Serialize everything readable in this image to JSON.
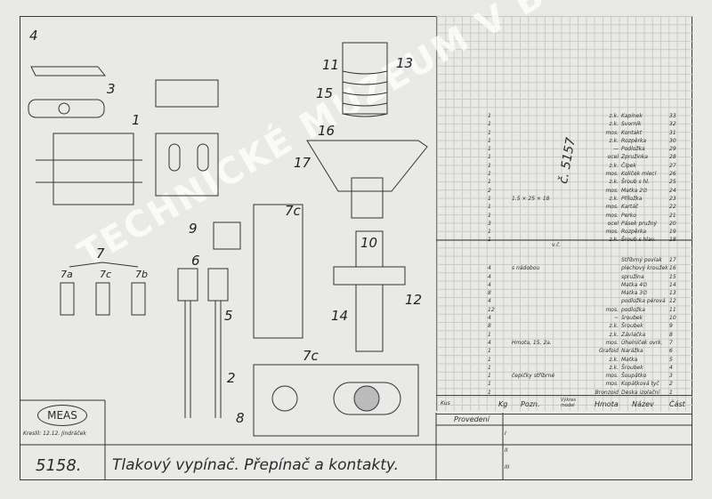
{
  "drawing": {
    "number": "5158.",
    "title": "Tlakový vypínač. Přepínač a kontakty.",
    "logo": "MEAS",
    "drawn_by": "Kreslil: 12.12. Jindráček",
    "stamp_number": "č. 5157",
    "watermark": "TECHNICKÉ MUZEUM V BRNĚ",
    "sheet_bottom_label": "Provedení",
    "revision_marks": [
      "I",
      "II",
      "III"
    ],
    "vc": "v.č."
  },
  "callouts": [
    "1",
    "2",
    "3",
    "4",
    "5",
    "6",
    "7",
    "7a",
    "7b",
    "7c",
    "8",
    "9",
    "10",
    "11",
    "12",
    "13",
    "14",
    "15",
    "16",
    "17",
    "7c"
  ],
  "parts_list": {
    "header": {
      "qty": "Kus",
      "weight": "Kg",
      "note": "Pozn.",
      "model": "Výkres model",
      "material": "Hmota",
      "name": "Název",
      "part": "Část"
    },
    "upper": [
      {
        "part": "33",
        "qty": "1",
        "material": "z.k.",
        "name": "Kapínek",
        "note": ""
      },
      {
        "part": "32",
        "qty": "1",
        "material": "z.k.",
        "name": "Svorník",
        "note": ""
      },
      {
        "part": "31",
        "qty": "1",
        "material": "mos.",
        "name": "Kontakt",
        "note": ""
      },
      {
        "part": "30",
        "qty": "1",
        "material": "z.k.",
        "name": "Rozpěrka",
        "note": ""
      },
      {
        "part": "29",
        "qty": "1",
        "material": "—",
        "name": "Podložka",
        "note": ""
      },
      {
        "part": "28",
        "qty": "1",
        "material": "ocel",
        "name": "Zpružinka",
        "note": ""
      },
      {
        "part": "27",
        "qty": "1",
        "material": "z.k.",
        "name": "Čípek",
        "note": ""
      },
      {
        "part": "26",
        "qty": "1",
        "material": "mos.",
        "name": "Kolíček mlecí",
        "note": ""
      },
      {
        "part": "25",
        "qty": "1",
        "material": "z.k.",
        "name": "Šroub s hl.",
        "note": ""
      },
      {
        "part": "24",
        "qty": "2",
        "material": "mos.",
        "name": "Matka 2∅",
        "note": ""
      },
      {
        "part": "23",
        "qty": "1",
        "material": "z.k.",
        "name": "Příložka",
        "note": "1.5 × 25 × 18"
      },
      {
        "part": "22",
        "qty": "1",
        "material": "mos.",
        "name": "Kartáč",
        "note": ""
      },
      {
        "part": "21",
        "qty": "1",
        "material": "mos.",
        "name": "Perko",
        "note": ""
      },
      {
        "part": "20",
        "qty": "3",
        "material": "ocel",
        "name": "Pásek pružný",
        "note": ""
      },
      {
        "part": "19",
        "qty": "1",
        "material": "mos.",
        "name": "Rozpěrka",
        "note": ""
      },
      {
        "part": "18",
        "qty": "1",
        "material": "z.k.",
        "name": "Šroub s hlav.",
        "note": ""
      }
    ],
    "lower": [
      {
        "part": "17",
        "qty": "",
        "material": "",
        "name": "Stříbrný povlak",
        "note": ""
      },
      {
        "part": "16",
        "qty": "4",
        "material": "",
        "name": "plechový kroužek",
        "note": "s nádobou"
      },
      {
        "part": "15",
        "qty": "4",
        "material": "",
        "name": "spružina",
        "note": ""
      },
      {
        "part": "14",
        "qty": "4",
        "material": "",
        "name": "Matka 4∅",
        "note": ""
      },
      {
        "part": "13",
        "qty": "8",
        "material": "",
        "name": "Matka 3∅",
        "note": ""
      },
      {
        "part": "12",
        "qty": "4",
        "material": "",
        "name": "podložka pérová",
        "note": ""
      },
      {
        "part": "11",
        "qty": "12",
        "material": "mos.",
        "name": "podložka",
        "note": ""
      },
      {
        "part": "10",
        "qty": "4",
        "material": "~",
        "name": "šroubek",
        "note": ""
      },
      {
        "part": "9",
        "qty": "8",
        "material": "z.k.",
        "name": "Šroubek",
        "note": ""
      },
      {
        "part": "8",
        "qty": "1",
        "material": "z.k.",
        "name": "Závlačka",
        "note": ""
      },
      {
        "part": "7",
        "qty": "4",
        "material": "mos.",
        "name": "Úhelníček ovrk.",
        "note": "Hmota, 15, 2a."
      },
      {
        "part": "6",
        "qty": "1",
        "material": "Grafoid",
        "name": "Narážka",
        "note": ""
      },
      {
        "part": "5",
        "qty": "1",
        "material": "z.k.",
        "name": "Matka",
        "note": ""
      },
      {
        "part": "4",
        "qty": "1",
        "material": "z.k.",
        "name": "Šroubek",
        "note": ""
      },
      {
        "part": "3",
        "qty": "1",
        "material": "mos.",
        "name": "Šoupátko",
        "note": "čepičky stříbrné"
      },
      {
        "part": "2",
        "qty": "1",
        "material": "mos.",
        "name": "Kopátková tyč",
        "note": ""
      },
      {
        "part": "1",
        "qty": "1",
        "material": "Bronzoid",
        "name": "Deska izolační",
        "note": ""
      }
    ]
  }
}
